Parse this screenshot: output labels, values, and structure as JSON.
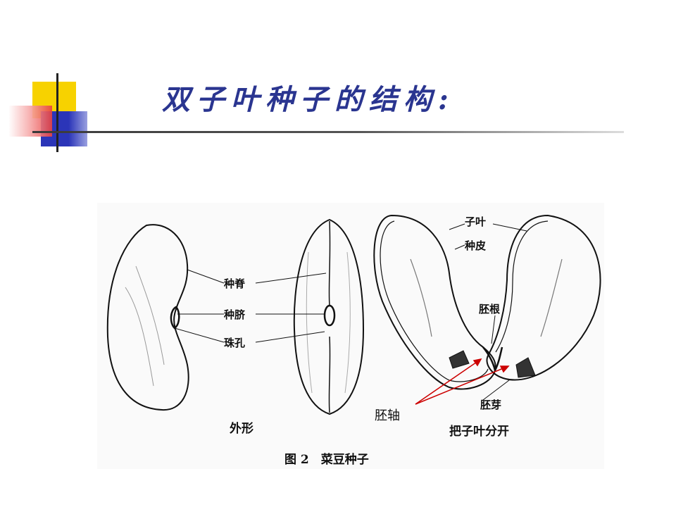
{
  "slide": {
    "title": "双子叶种子的结构:"
  },
  "figure": {
    "labels": {
      "seed_ridge": "种脊",
      "hilum": "种脐",
      "micropyle": "珠孔",
      "cotyledon": "子叶",
      "seed_coat": "种皮",
      "radicle": "胚根",
      "plumule": "胚芽",
      "hypocotyl": "胚轴"
    },
    "caption_left": "外形",
    "caption_right": "把子叶分开",
    "figure_caption": "图 2　菜豆种子"
  },
  "colors": {
    "title": "#2a3590",
    "accent_yellow": "#f7d200",
    "accent_blue": "#2b35b8",
    "accent_red": "#e84040",
    "annotation_arrow": "#cc0000"
  }
}
